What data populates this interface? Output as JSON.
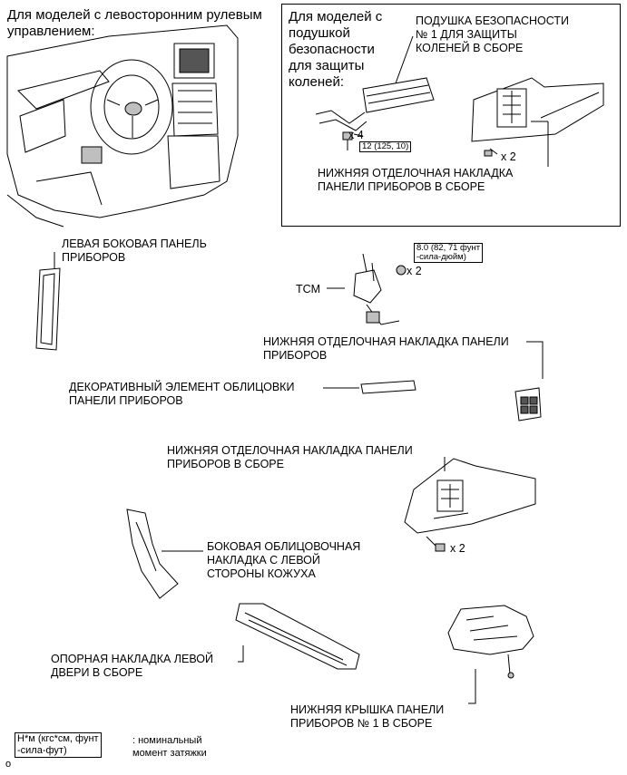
{
  "header_lhd": "Для моделей с левосторонним рулевым\nуправлением:",
  "inset": {
    "header": "Для моделей с\nподушкой\nбезопасности\nдля защиты\nколеней:",
    "airbag_label": "ПОДУШКА БЕЗОПАСНОСТИ\n№ 1 ДЛЯ ЗАЩИТЫ\nКОЛЕНЕЙ В СБОРЕ",
    "torque_label": "12 (125, 10)",
    "count_bolts": "x 4",
    "count_screws": "x 2",
    "finish_label": "НИЖНЯЯ ОТДЕЛОЧНАЯ НАКЛАДКА\nПАНЕЛИ ПРИБОРОВ В СБОРЕ"
  },
  "labels": {
    "left_side_panel": "ЛЕВАЯ БОКОВАЯ ПАНЕЛЬ\nПРИБОРОВ",
    "tcm": "TCM",
    "tcm_torque": "8.0 (82, 71 фунт\n-сила-дюйм)",
    "tcm_count": "x 2",
    "lower_finish_panel": "НИЖНЯЯ ОТДЕЛОЧНАЯ НАКЛАДКА ПАНЕЛИ\nПРИБОРОВ",
    "ornament": "ДЕКОРАТИВНЫЙ ЭЛЕМЕНТ ОБЛИЦОВКИ\nПАНЕЛИ ПРИБОРОВ",
    "lower_finish_assy": "НИЖНЯЯ ОТДЕЛОЧНАЯ НАКЛАДКА ПАНЕЛИ\nПРИБОРОВ В СБОРЕ",
    "lower_finish_count": "x 2",
    "cowl_side": "БОКОВАЯ ОБЛИЦОВОЧНАЯ\nНАКЛАДКА С ЛЕВОЙ\nСТОРОНЫ КОЖУХА",
    "door_scuff": "ОПОРНАЯ НАКЛАДКА ЛЕВОЙ\nДВЕРИ В СБОРЕ",
    "under_cover": "НИЖНЯЯ КРЫШКА ПАНЕЛИ\nПРИБОРОВ № 1 В СБОРЕ"
  },
  "legend": {
    "box": "Н*м (кгс*см, фунт\n-сила-фут)",
    "text": ": номинальный\nмомент затяжки"
  },
  "corner_mark": "o"
}
